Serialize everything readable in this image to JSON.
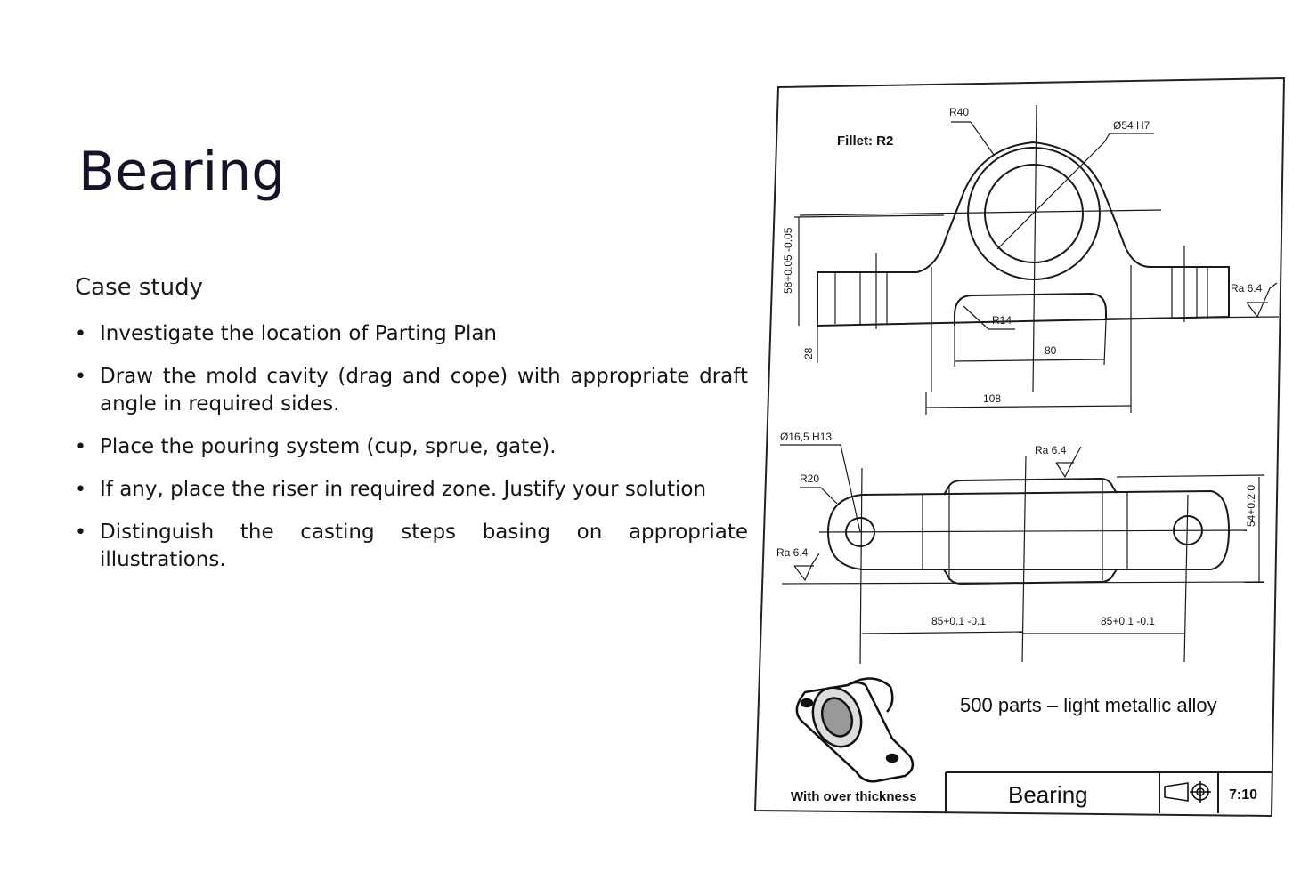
{
  "slide": {
    "title": "Bearing",
    "subtitle": "Case study",
    "bullets": [
      "Investigate the location of Parting Plan",
      "Draw the mold cavity (drag and cope) with appropriate draft angle in required sides.",
      "Place the pouring system (cup, sprue, gate).",
      "If any, place the riser in required zone. Justify your solution",
      "Distinguish the casting steps basing on appropriate illustrations."
    ]
  },
  "drawing": {
    "fillet_note": "Fillet: R2",
    "dims": {
      "r40": "R40",
      "bore": "Ø54 H7",
      "height": "58+0.05 -0.05",
      "ra_right": "Ra 6.4",
      "r14": "R14",
      "w80": "80",
      "h28": "28",
      "w108": "108",
      "hole": "Ø16,5 H13",
      "r20": "R20",
      "ra_top": "Ra 6.4",
      "ra_left": "Ra 6.4",
      "w54": "54+0.2 0",
      "left85": "85+0.1 -0.1",
      "right85": "85+0.1 -0.1"
    },
    "notes": {
      "production": "500 parts – light metallic alloy",
      "over_thickness": "With over thickness"
    },
    "title_block": {
      "name": "Bearing",
      "scale": "7:10",
      "projection_symbol": "first-angle-projection-icon"
    }
  }
}
